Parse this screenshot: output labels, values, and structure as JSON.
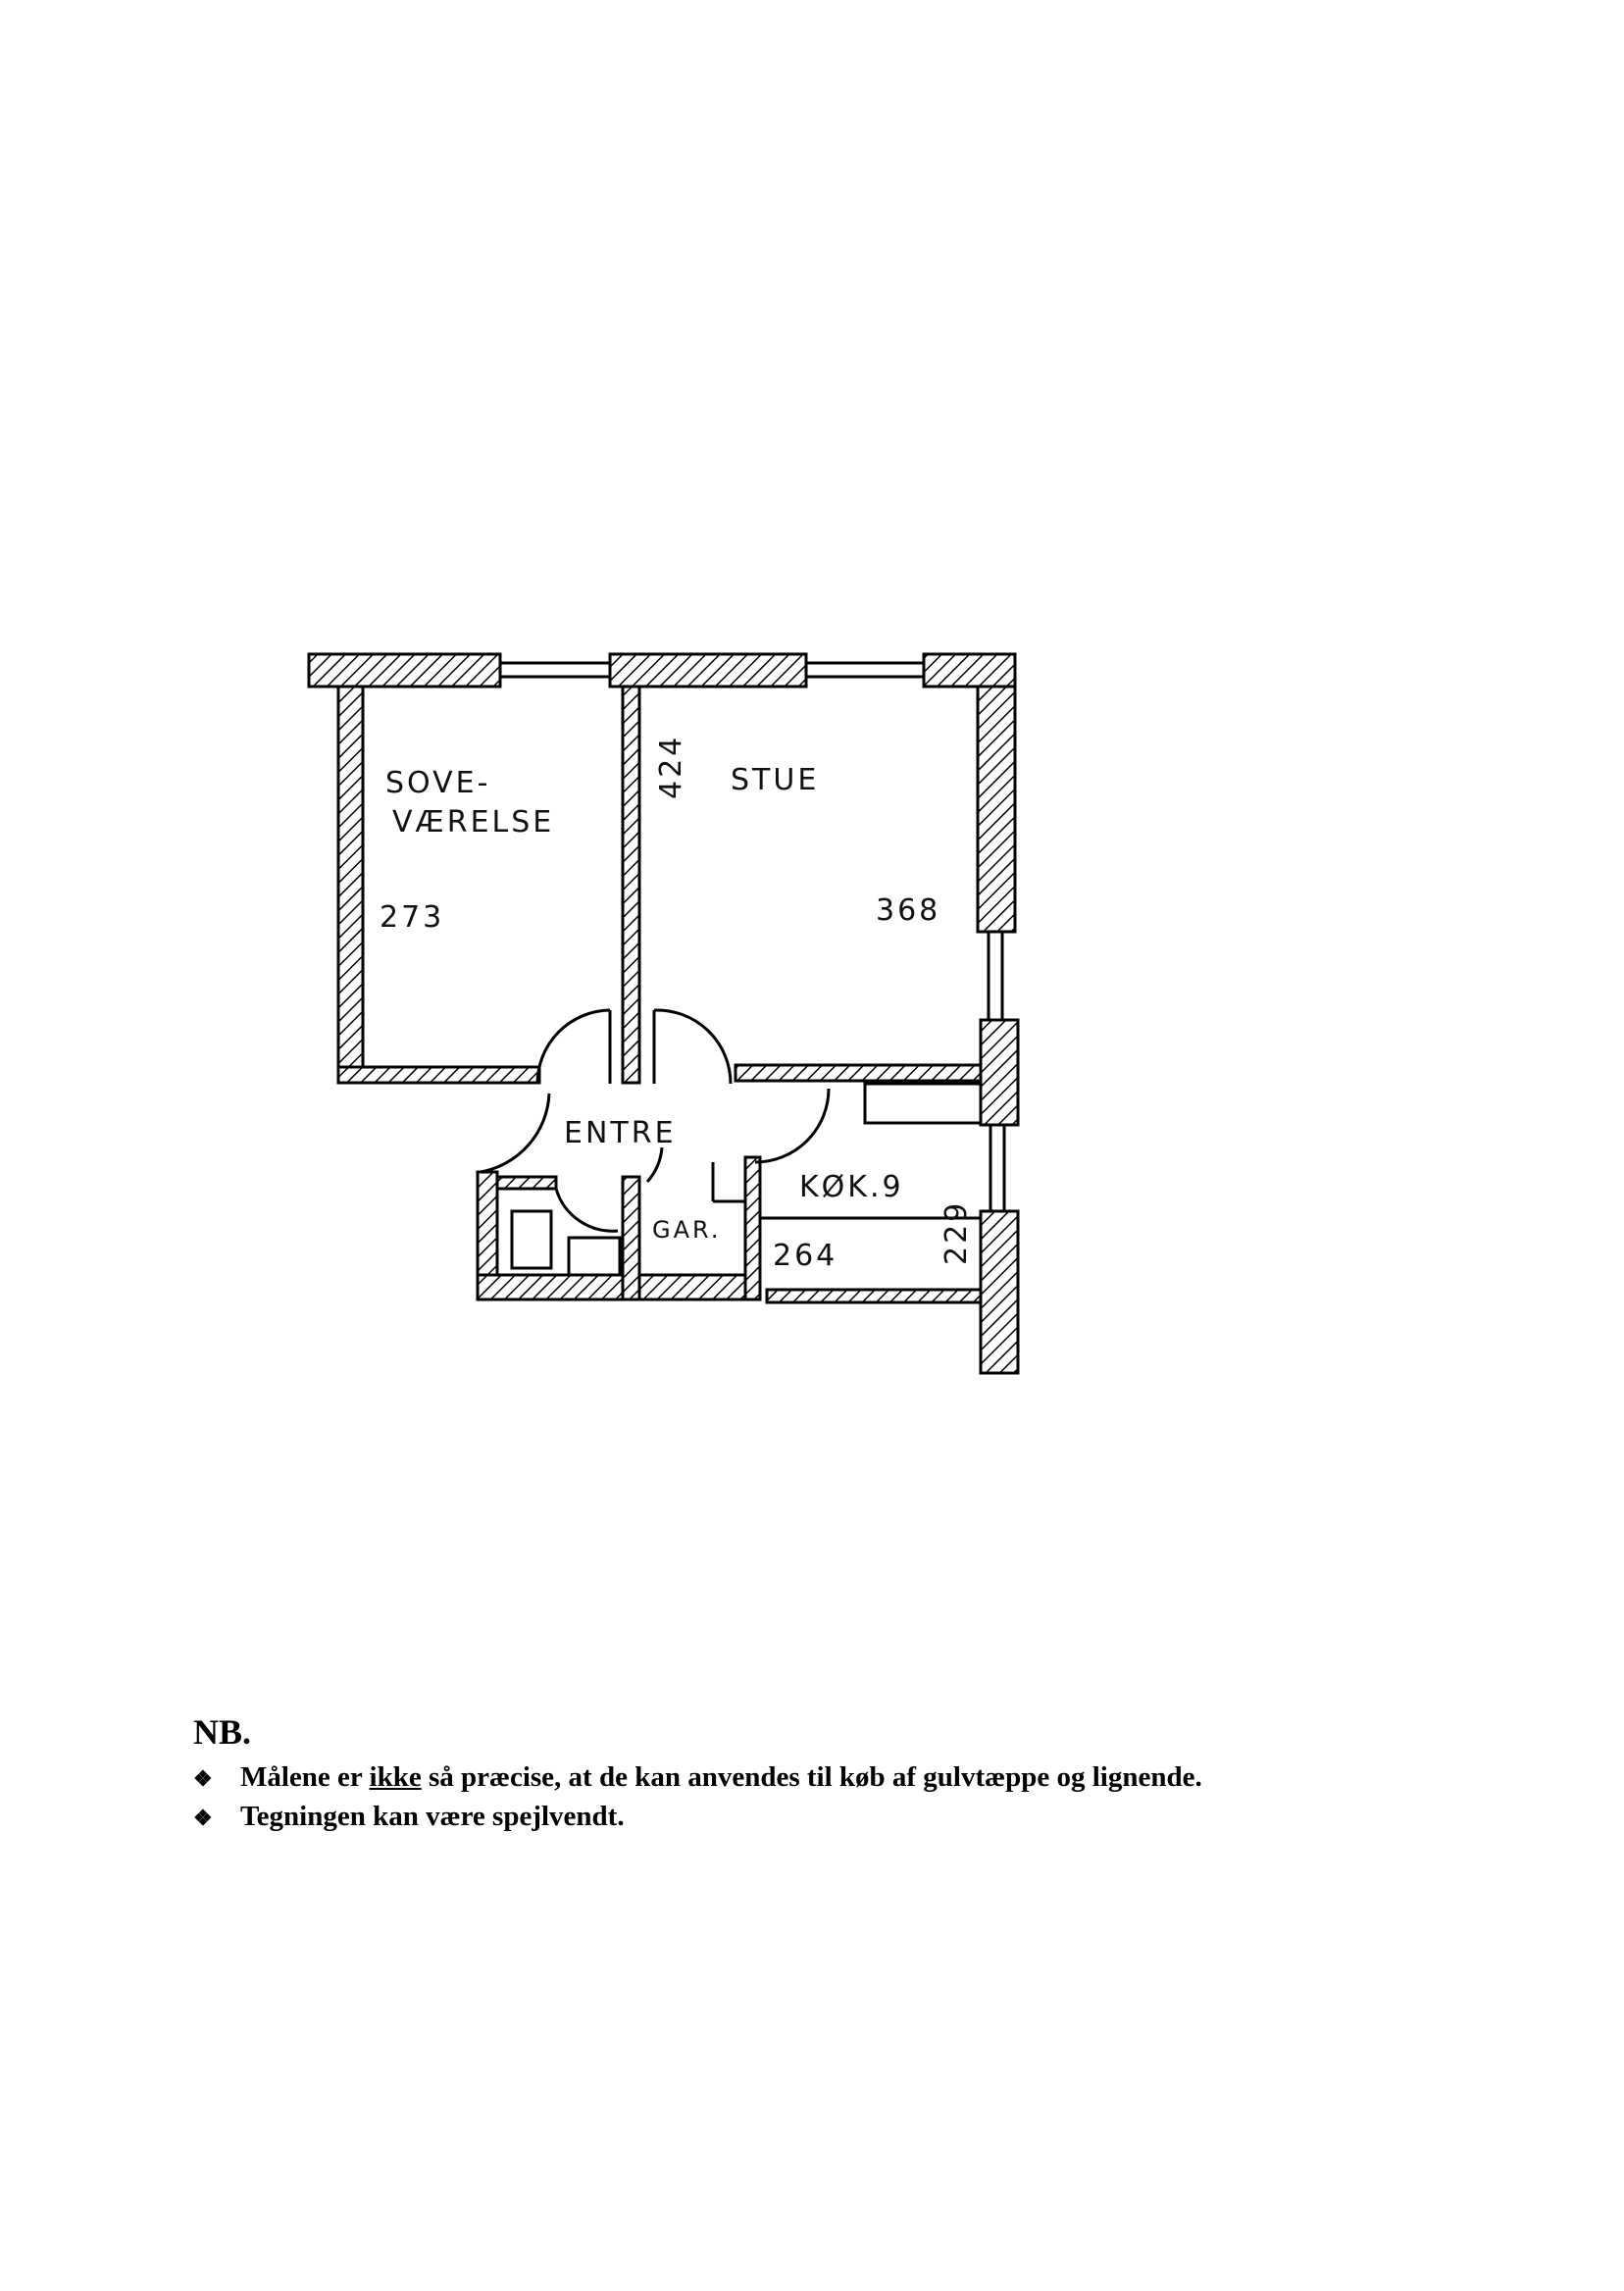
{
  "plan": {
    "rooms": {
      "bedroom_line1": "SOVE-",
      "bedroom_line2": "VÆRELSE",
      "bedroom_width": "273",
      "living": "STUE",
      "living_depth": "424",
      "living_width": "368",
      "hall": "ENTRE",
      "wardrobe": "GAR.",
      "kitchen": "KØK.9",
      "kitchen_width": "264",
      "kitchen_depth": "229"
    }
  },
  "notes": {
    "heading": "NB.",
    "bullet_symbol": "❖",
    "items": [
      {
        "before": "Målene er ",
        "underlined": "ikke",
        "after": " så præcise, at de kan anvendes til køb af gulvtæppe og lignende."
      },
      {
        "before": "Tegningen kan være spejlvendt.",
        "underlined": "",
        "after": ""
      }
    ]
  }
}
